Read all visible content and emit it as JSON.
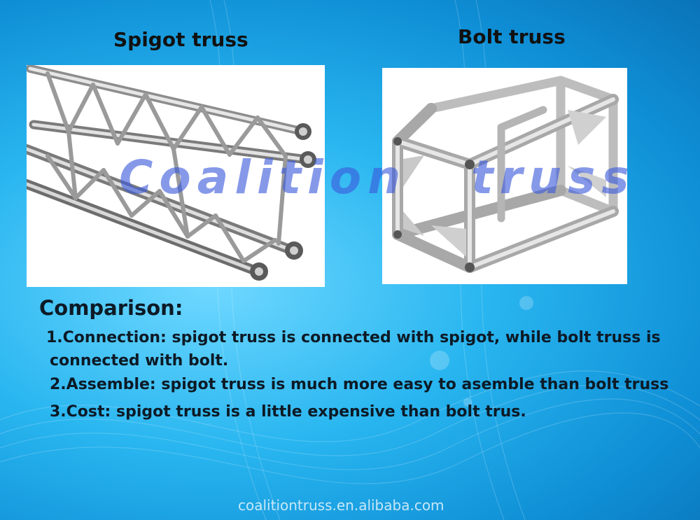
{
  "titles": {
    "left": "Spigot truss",
    "right": "Bolt truss"
  },
  "watermark": {
    "word1": "Coalition",
    "word2": "truss"
  },
  "comparison": {
    "heading": "Comparison:",
    "point1_line1": "1.Connection: spigot truss is connected with spigot, while bolt truss is",
    "point1_line2": "connected  with bolt.",
    "point2": "2.Assemble: spigot truss is much more easy to asemble than bolt truss",
    "point3": "3.Cost:  spigot truss is a little expensive than bolt trus."
  },
  "footer": "coalitiontruss.en.alibaba.com",
  "colors": {
    "background": "#29b6f0",
    "text": "#0d1a26",
    "watermark": "#3c5adc"
  }
}
